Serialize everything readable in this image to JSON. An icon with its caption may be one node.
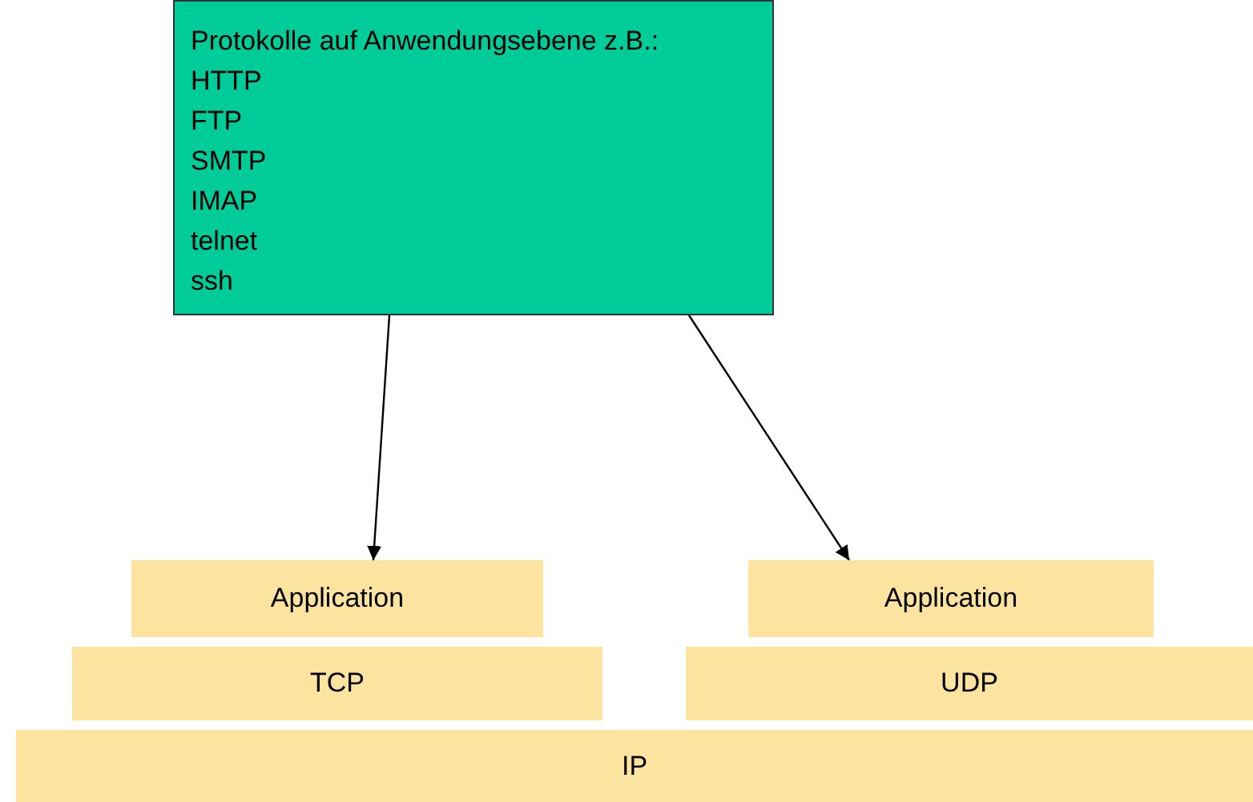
{
  "diagram": {
    "nodes": [
      {
        "text": [
          "Protokolle auf Anwendungsebene z.B.:",
          "HTTP",
          "FTP",
          "SMTP",
          "IMAP",
          "telnet",
          "ssh"
        ]
      },
      {
        "text": [
          "Application"
        ]
      },
      {
        "text": [
          "Application"
        ]
      },
      {
        "text": [
          "TCP"
        ]
      },
      {
        "text": [
          "UDP"
        ]
      },
      {
        "text": [
          "IP"
        ]
      }
    ],
    "edges": [
      {
        "from": 0,
        "to": 1,
        "arrow": "to"
      },
      {
        "from": 0,
        "to": 2,
        "arrow": "to"
      }
    ]
  }
}
